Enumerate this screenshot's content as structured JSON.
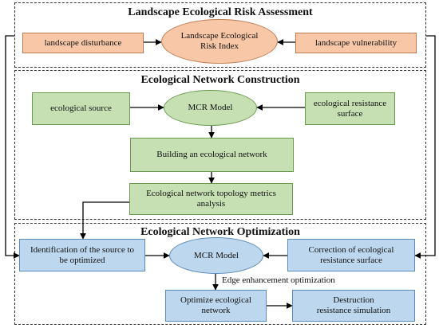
{
  "panels": {
    "risk": {
      "title": "Landscape Ecological Risk Assessment"
    },
    "construction": {
      "title": "Ecological Network Construction"
    },
    "optimization": {
      "title": "Ecological Network Optimization"
    }
  },
  "nodes": {
    "landscape_disturbance": "landscape disturbance",
    "risk_index": "Landscape Ecological Risk Index",
    "landscape_vulnerability": "landscape vulnerability",
    "ecological_source": "ecological source",
    "mcr_model_1": "MCR Model",
    "resistance_surface": "ecological resistance surface",
    "building_network": "Building an ecological network",
    "topology_metrics": "Ecological network topology metrics analysis",
    "identify_source": "Identification of the source to be optimized",
    "mcr_model_2": "MCR Model",
    "correction_resistance": "Correction of ecological resistance surface",
    "optimize_network": "Optimize ecological network",
    "destruction_resistance": "Destruction resistance simulation"
  },
  "edge_labels": {
    "edge_enhancement": "Edge enhancement optimization"
  },
  "colors": {
    "orange_fill": "#f7c7a7",
    "green_fill": "#c6e0b4",
    "blue_fill": "#bdd7ee"
  }
}
